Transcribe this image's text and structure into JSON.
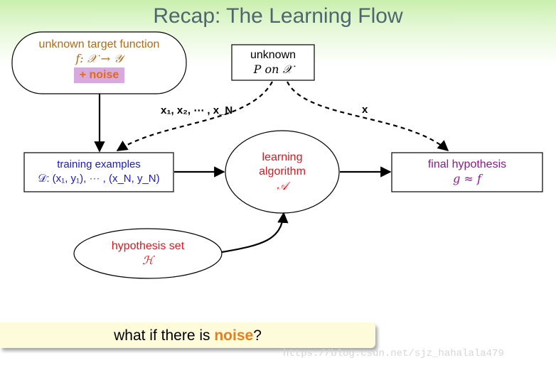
{
  "title": "Recap: The Learning Flow",
  "nodes": {
    "target": {
      "line1": "unknown target function",
      "line2": "f: 𝒳 → 𝒴",
      "noise": "+ noise"
    },
    "distribution": {
      "line1": "unknown",
      "line2": "P on 𝒳"
    },
    "training": {
      "line1": "training examples",
      "line2": "𝒟: (x₁, y₁), ⋯ , (x_N, y_N)"
    },
    "algorithm": {
      "line1": "learning",
      "line2": "algorithm",
      "line3": "𝒜"
    },
    "hypothesis": {
      "line1": "final hypothesis",
      "line2": "g ≈ f"
    },
    "hypothesis_set": {
      "line1": "hypothesis set",
      "line2": "ℋ"
    }
  },
  "edge_labels": {
    "to_training": "x₁, x₂, ⋯ , x_N",
    "to_final": "x"
  },
  "question": {
    "before": "what if there is ",
    "highlight": "noise",
    "after": "?"
  },
  "watermark": "https://blog.csdn.net/sjz_hahalala479",
  "colors": {
    "title": "#4e6670",
    "target_text": "#b06a1a",
    "blue_text": "#1a1acc",
    "red_text": "#e0161c",
    "purple_text": "#8b1a8b",
    "noise_highlight": "#e87e1f",
    "noise_bg": "#d7a9df"
  }
}
